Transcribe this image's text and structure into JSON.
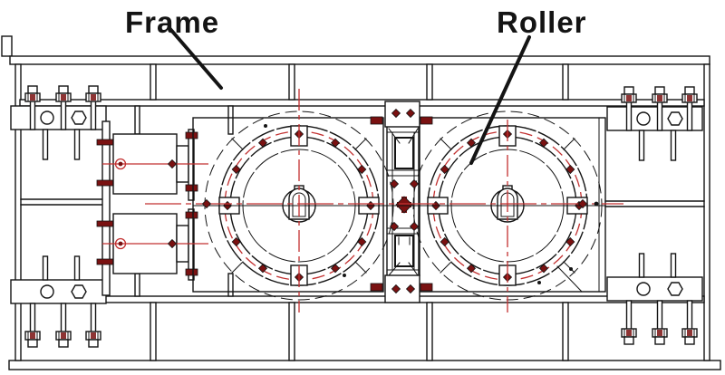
{
  "drawing": {
    "type": "engineering-drawing-top-view",
    "annotations": [
      {
        "id": "frame",
        "label": "Frame",
        "points_to": "machine frame top rail"
      },
      {
        "id": "roller",
        "label": "Roller",
        "points_to": "right roller disc"
      }
    ],
    "colors": {
      "ink": "#141414",
      "centerline": "#c23030",
      "hardware": "#7a1111",
      "paper": "#ffffff"
    }
  }
}
